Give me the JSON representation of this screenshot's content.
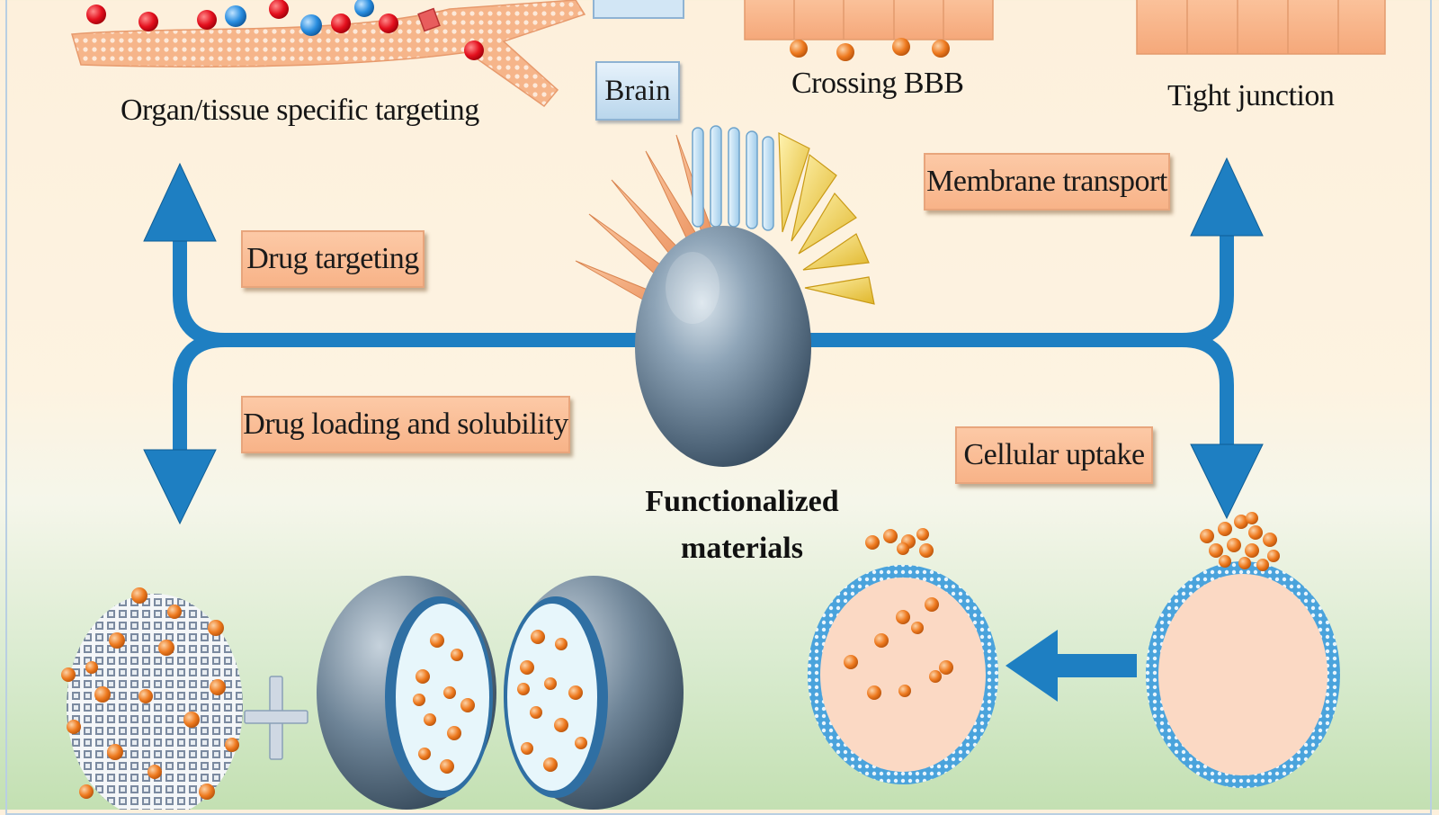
{
  "labels": {
    "drug_targeting": "Drug targeting",
    "drug_loading": "Drug loading and solubility",
    "membrane_transport": "Membrane transport",
    "cellular_uptake": "Cellular uptake"
  },
  "captions": {
    "organ_targeting": "Organ/tissue specific targeting",
    "crossing_bbb": "Crossing BBB",
    "tight_junction": "Tight junction"
  },
  "organ_boxes": {
    "brain": "Brain"
  },
  "center": {
    "line1": "Functionalized",
    "line2": "materials"
  },
  "colors": {
    "arrow_blue": "#1e7fc2",
    "label_fill": "#f8b388",
    "sphere_gray": "#7f95a8",
    "drug_orange": "#ee7a1f",
    "ligand_red": "#e4101e",
    "ligand_blue": "#2a8ee0"
  }
}
